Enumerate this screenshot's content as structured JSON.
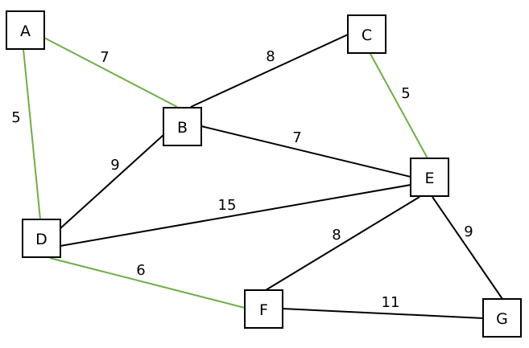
{
  "colors": {
    "mst_edge": "#70AD47",
    "edge": "#000000",
    "node_border": "#000000",
    "background": "#FFFFFF"
  },
  "nodes": [
    {
      "id": "A",
      "label": "A"
    },
    {
      "id": "B",
      "label": "B"
    },
    {
      "id": "C",
      "label": "C"
    },
    {
      "id": "D",
      "label": "D"
    },
    {
      "id": "E",
      "label": "E"
    },
    {
      "id": "F",
      "label": "F"
    },
    {
      "id": "G",
      "label": "G"
    }
  ],
  "edges": [
    {
      "from": "A",
      "to": "B",
      "weight": "7",
      "highlighted": true
    },
    {
      "from": "A",
      "to": "D",
      "weight": "5",
      "highlighted": true
    },
    {
      "from": "B",
      "to": "C",
      "weight": "8",
      "highlighted": false
    },
    {
      "from": "B",
      "to": "D",
      "weight": "9",
      "highlighted": false
    },
    {
      "from": "B",
      "to": "E",
      "weight": "7",
      "highlighted": false
    },
    {
      "from": "C",
      "to": "E",
      "weight": "5",
      "highlighted": true
    },
    {
      "from": "D",
      "to": "E",
      "weight": "15",
      "highlighted": false
    },
    {
      "from": "D",
      "to": "F",
      "weight": "6",
      "highlighted": true
    },
    {
      "from": "E",
      "to": "F",
      "weight": "8",
      "highlighted": false
    },
    {
      "from": "E",
      "to": "G",
      "weight": "9",
      "highlighted": false
    },
    {
      "from": "F",
      "to": "G",
      "weight": "11",
      "highlighted": false
    }
  ]
}
